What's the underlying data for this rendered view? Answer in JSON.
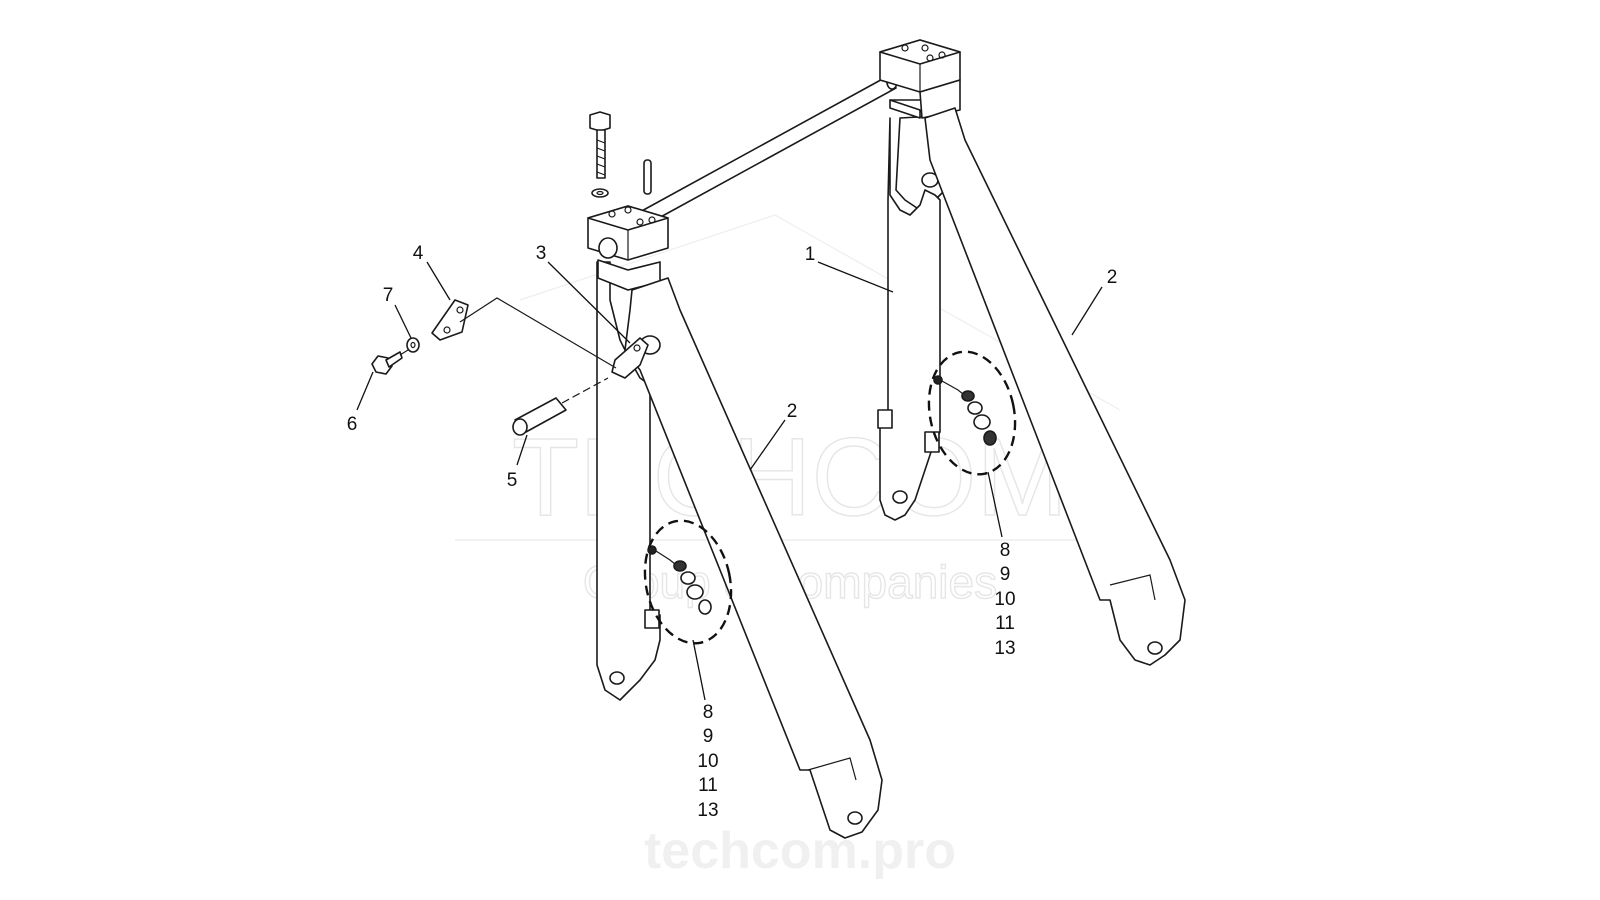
{
  "watermark": {
    "brand": "TECHCOM",
    "tagline": "Group of companies",
    "url": "techcom.pro"
  },
  "callouts": {
    "c1": "1",
    "c2a": "2",
    "c2b": "2",
    "c3": "3",
    "c4": "4",
    "c5": "5",
    "c6": "6",
    "c7": "7",
    "group_left": [
      "8",
      "9",
      "10",
      "11",
      "13"
    ],
    "group_right": [
      "8",
      "9",
      "10",
      "11",
      "13"
    ]
  },
  "colors": {
    "line": "#1a1a1a",
    "watermark": "#e6e6e6",
    "background": "#ffffff"
  }
}
